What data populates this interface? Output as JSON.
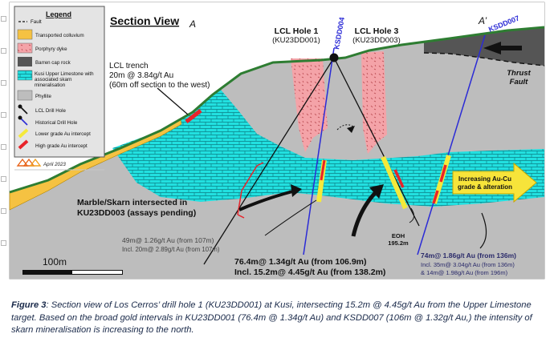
{
  "figure": {
    "title": "Section View",
    "label_a": "A",
    "label_a_prime": "A’",
    "legend": {
      "title": "Legend",
      "items": [
        {
          "label": "Fault",
          "swatch": "fault-line"
        },
        {
          "label": "Transported colluvium",
          "color": "#f5c242"
        },
        {
          "label": "Porphyry dyke",
          "color": "#f4a3a8"
        },
        {
          "label": "Barren cap rock",
          "color": "#555555"
        },
        {
          "label": "Kusi Upper Limestone with associated skarn mineralisation",
          "color": "#22e0e0"
        },
        {
          "label": "Phyllite",
          "color": "#bdbdbd"
        },
        {
          "label": "LCL Drill Hole",
          "icon": "lcl-drill-hole-icon"
        },
        {
          "label": "Historical Drill Hole",
          "icon": "historical-drill-hole-icon"
        },
        {
          "label": "Lower grade Au intercept",
          "color": "#f5e93a"
        },
        {
          "label": "High grade Au intercept",
          "color": "#e8232a"
        }
      ],
      "date": "April 2023"
    },
    "labels": {
      "lcl_hole1_title": "LCL Hole 1",
      "lcl_hole1_id": "(KU23DD001)",
      "lcl_hole3_title": "LCL Hole 3",
      "lcl_hole3_id": "(KU23DD003)",
      "ksdd004": "KSDD004",
      "ksdd007": "KSDD007",
      "trench_1": "LCL trench",
      "trench_2": "20m @ 3.84g/t Au",
      "trench_3": "(60m off section to the west)",
      "thrust_1": "Thrust",
      "thrust_2": "Fault",
      "marble_1": "Marble/Skarn intersected in",
      "marble_2": "KU23DD003 (assays pending)",
      "int1_main": "49m@ 1.26g/t Au (from 107m)",
      "int1_sub": "Incl. 20m@ 2.89g/t Au (from 107m)",
      "int2_main": "76.4m@ 1.34g/t Au (from 106.9m)",
      "int2_sub": "Incl. 15.2m@ 4.45g/t Au (from 138.2m)",
      "eoh_1": "EOH",
      "eoh_2": "195.2m",
      "int3_main": "74m@ 1.86g/t Au (from 136m)",
      "int3_sub1": "Incl. 35m@ 3.04g/t Au (from 136m)",
      "int3_sub2": "& 14m@ 1.98g/t Au (from 196m)",
      "trend_1": "Increasing Au-Cu",
      "trend_2": "grade & alteration",
      "scale": "100m"
    }
  },
  "caption": {
    "figure_label": "Figure 3",
    "text": ": Section view of Los Cerros’ drill hole 1 (KU23DD001) at Kusi, intersecting 15.2m @ 4.45g/t Au from the Upper Limestone target. Based on the broad gold intervals in KU23DD001 (76.4m @ 1.34g/t Au) and KSDD007 (106m @ 1.32g/t Au,) the intensity of skarn mineralisation is increasing to the north."
  },
  "colors": {
    "limestone": "#22e0e0",
    "phyllite": "#bdbdbd",
    "colluvium": "#f5c242",
    "dyke": "#f4a3a8",
    "cap_rock": "#555555",
    "surface": "#2e7d32",
    "high_grade": "#e8232a",
    "low_grade": "#f5e93a",
    "historical_hole": "#2b2bd6",
    "trend_arrow": "#f7e43a"
  }
}
